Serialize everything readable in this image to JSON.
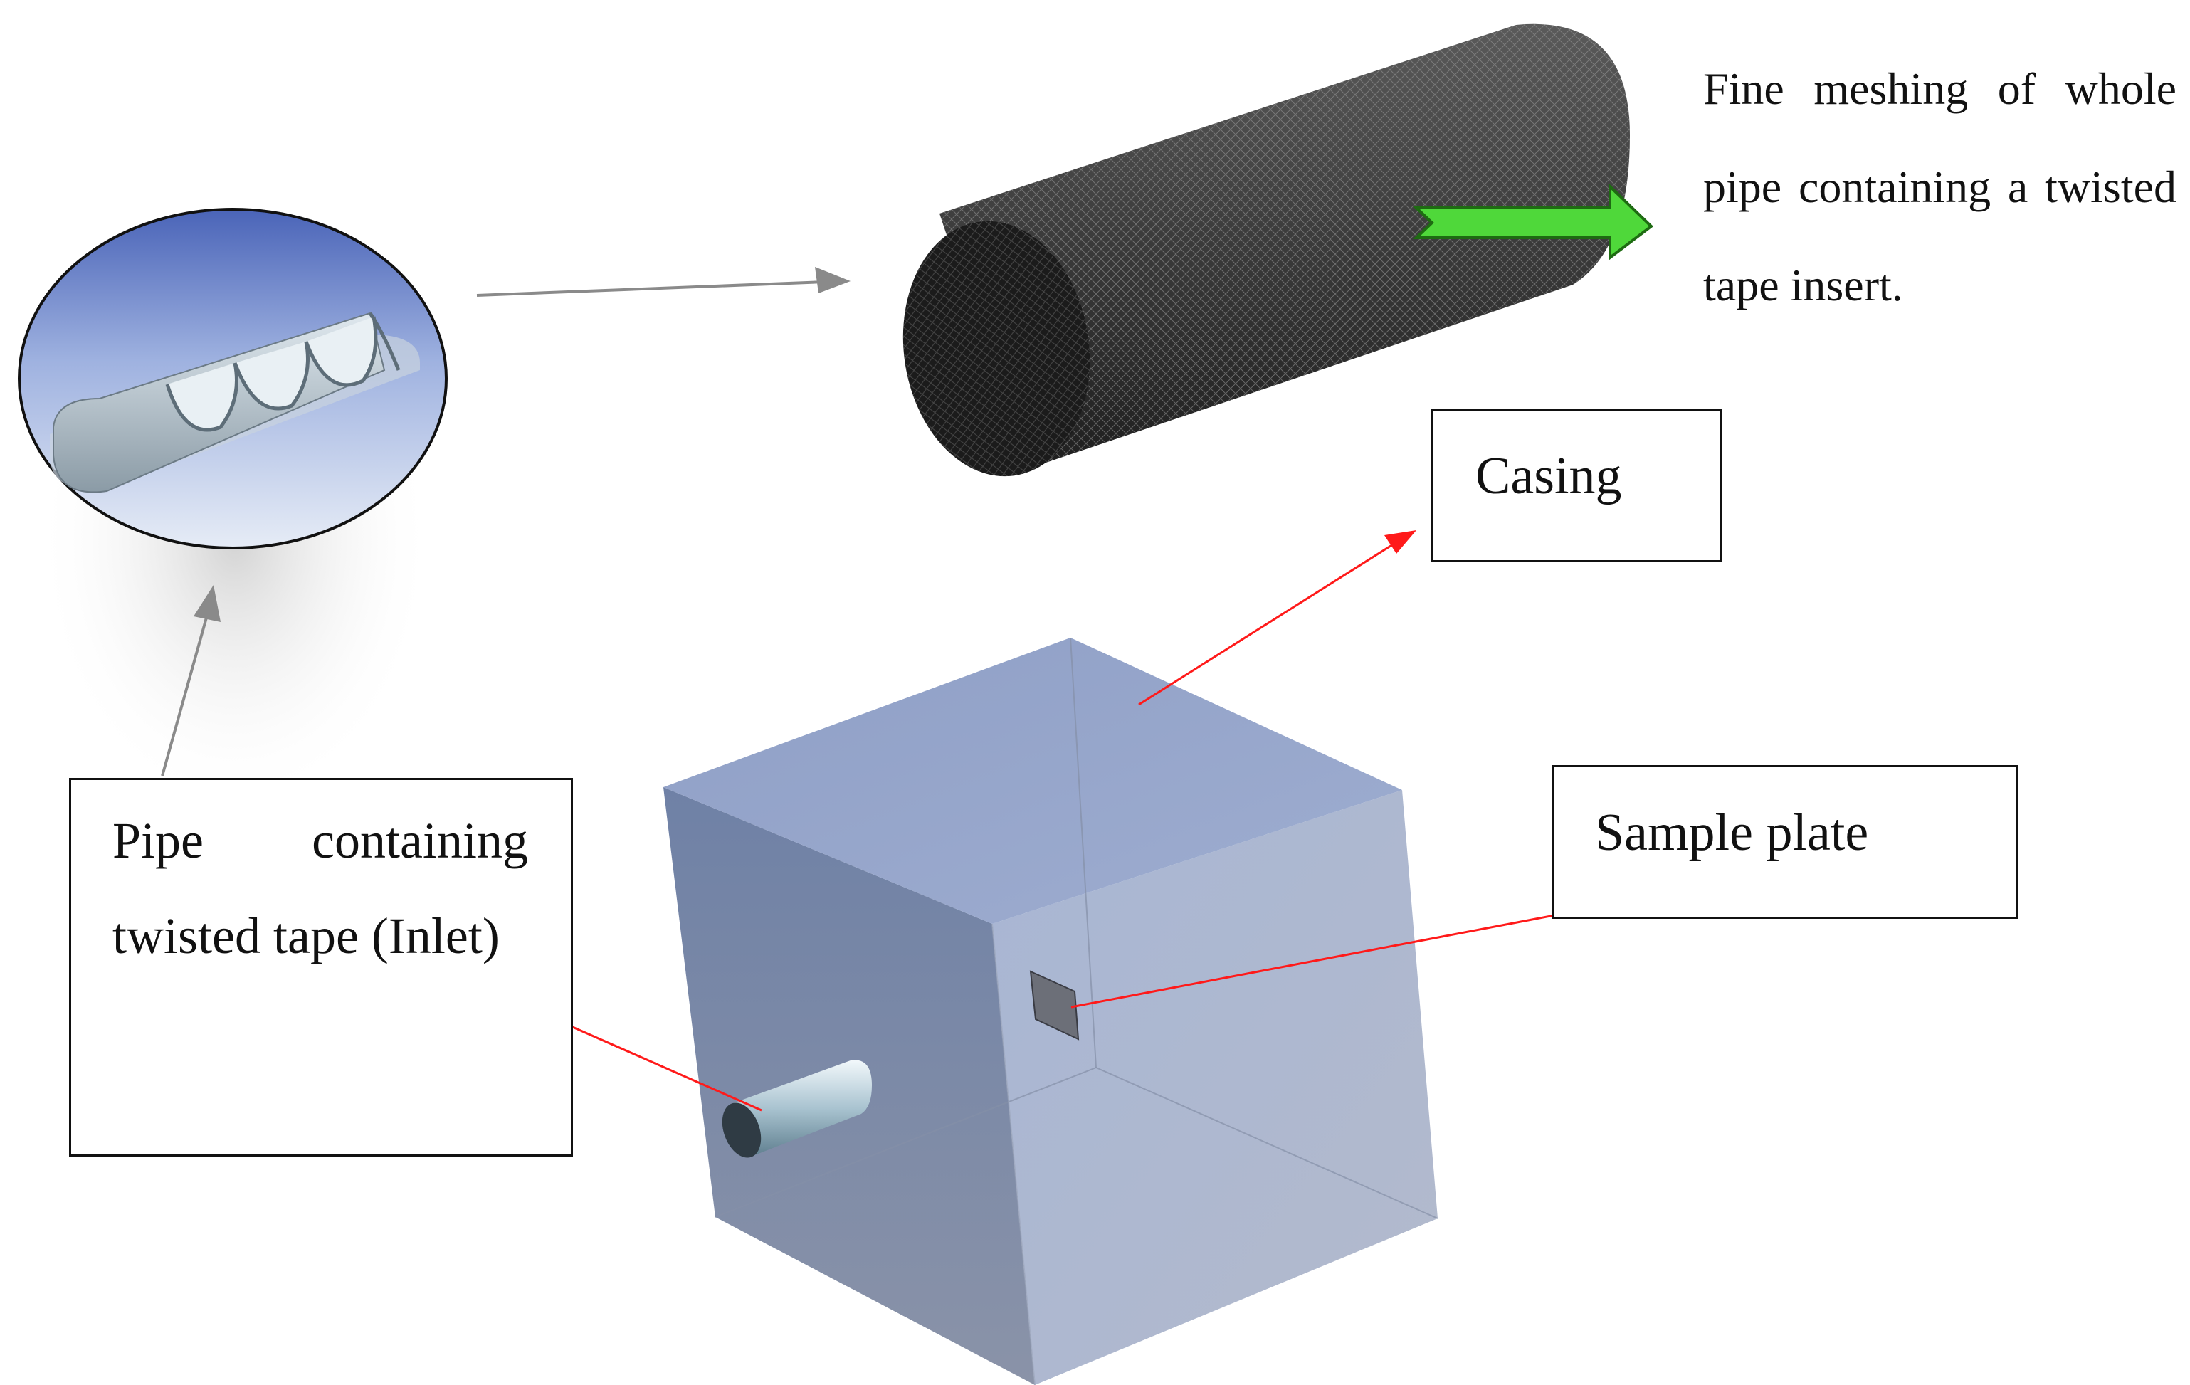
{
  "labels": {
    "fine_meshing": "Fine meshing of whole pipe containing a twisted tape insert.",
    "casing": "Casing",
    "sample_plate": "Sample plate",
    "pipe_containing": "Pipe containing twisted tape (Inlet)"
  },
  "colors": {
    "gray_arrow": "#8a8a8a",
    "red_arrow": "#ff1a1a",
    "flow_arrow": "#4fd83a",
    "casing_fill": "#9aa8c4",
    "mesh_dark": "#2a2a2a"
  }
}
